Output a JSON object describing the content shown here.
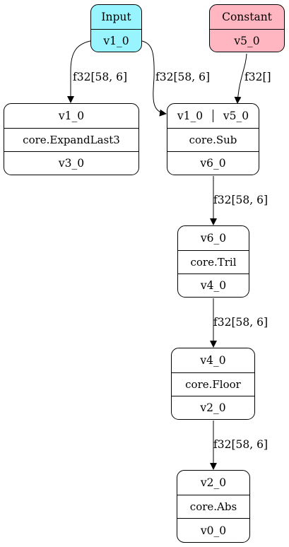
{
  "colors": {
    "input_fill": "#98f5ff",
    "constant_fill": "#ffb6c1",
    "stroke": "#000000"
  },
  "nodes": {
    "input": {
      "title": "Input",
      "value": "v1_0"
    },
    "constant": {
      "title": "Constant",
      "value": "v5_0"
    },
    "expand": {
      "in": "v1_0",
      "op": "core.ExpandLast3",
      "out": "v3_0"
    },
    "sub": {
      "in_a": "v1_0",
      "in_b": "v5_0",
      "op": "core.Sub",
      "out": "v6_0"
    },
    "tril": {
      "in": "v6_0",
      "op": "core.Tril",
      "out": "v4_0"
    },
    "floor": {
      "in": "v4_0",
      "op": "core.Floor",
      "out": "v2_0"
    },
    "abs": {
      "in": "v2_0",
      "op": "core.Abs",
      "out": "v0_0"
    }
  },
  "edges": {
    "input_to_expand": "f32[58, 6]",
    "input_to_sub": "f32[58, 6]",
    "constant_to_sub": "f32[]",
    "sub_to_tril": "f32[58, 6]",
    "tril_to_floor": "f32[58, 6]",
    "floor_to_abs": "f32[58, 6]"
  }
}
